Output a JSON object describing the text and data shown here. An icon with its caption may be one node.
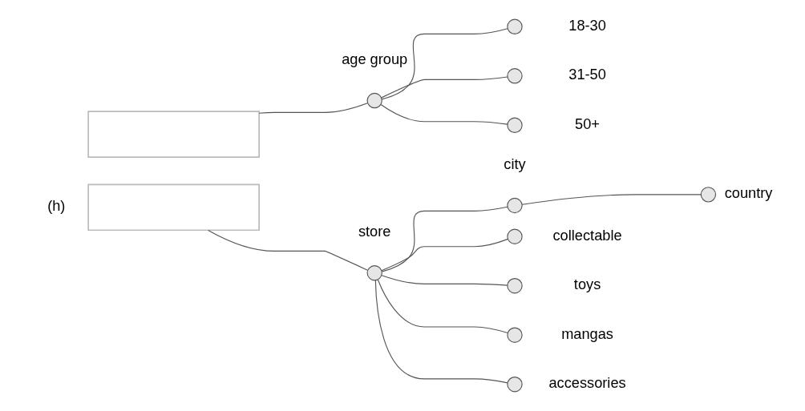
{
  "diagram": {
    "nodes": [
      {
        "text": [],
        "shape": "box"
      },
      {
        "text": [],
        "shape": "box"
      },
      {
        "text": [],
        "shape": "circle",
        "beside": [
          "age group"
        ]
      },
      {
        "text": [],
        "shape": "circle",
        "beside": [
          "18-30"
        ]
      },
      {
        "text": [],
        "shape": "circle",
        "beside": [
          "31-50"
        ]
      },
      {
        "text": [],
        "shape": "circle",
        "beside": [
          "50+"
        ]
      },
      {
        "text": [],
        "shape": "circle",
        "beside": [
          "store"
        ]
      },
      {
        "text": [],
        "shape": "circle",
        "beside": [
          "city"
        ]
      },
      {
        "text": [],
        "shape": "circle",
        "beside": [
          "country"
        ]
      },
      {
        "text": [],
        "shape": "circle",
        "beside": [
          "collectable"
        ]
      },
      {
        "text": [],
        "shape": "circle",
        "beside": [
          "toys"
        ]
      },
      {
        "text": [],
        "shape": "circle",
        "beside": [
          "mangas"
        ]
      },
      {
        "text": [],
        "shape": "circle",
        "beside": [
          "accessories"
        ]
      }
    ],
    "edges": [
      {
        "from": 0,
        "to": 2,
        "arrow": "none"
      },
      {
        "from": 2,
        "to": 3,
        "arrow": "none"
      },
      {
        "from": 2,
        "to": 4,
        "arrow": "none"
      },
      {
        "from": 2,
        "to": 5,
        "arrow": "none"
      },
      {
        "from": 1,
        "to": 6,
        "arrow": "none"
      },
      {
        "from": 6,
        "to": 7,
        "arrow": "none"
      },
      {
        "from": 7,
        "to": 8,
        "arrow": "none"
      },
      {
        "from": 6,
        "to": 9,
        "arrow": "none"
      },
      {
        "from": 6,
        "to": 10,
        "arrow": "none"
      },
      {
        "from": 6,
        "to": 11,
        "arrow": "none"
      },
      {
        "from": 6,
        "to": 12,
        "arrow": "none"
      }
    ],
    "labels": [
      "(h)"
    ]
  }
}
